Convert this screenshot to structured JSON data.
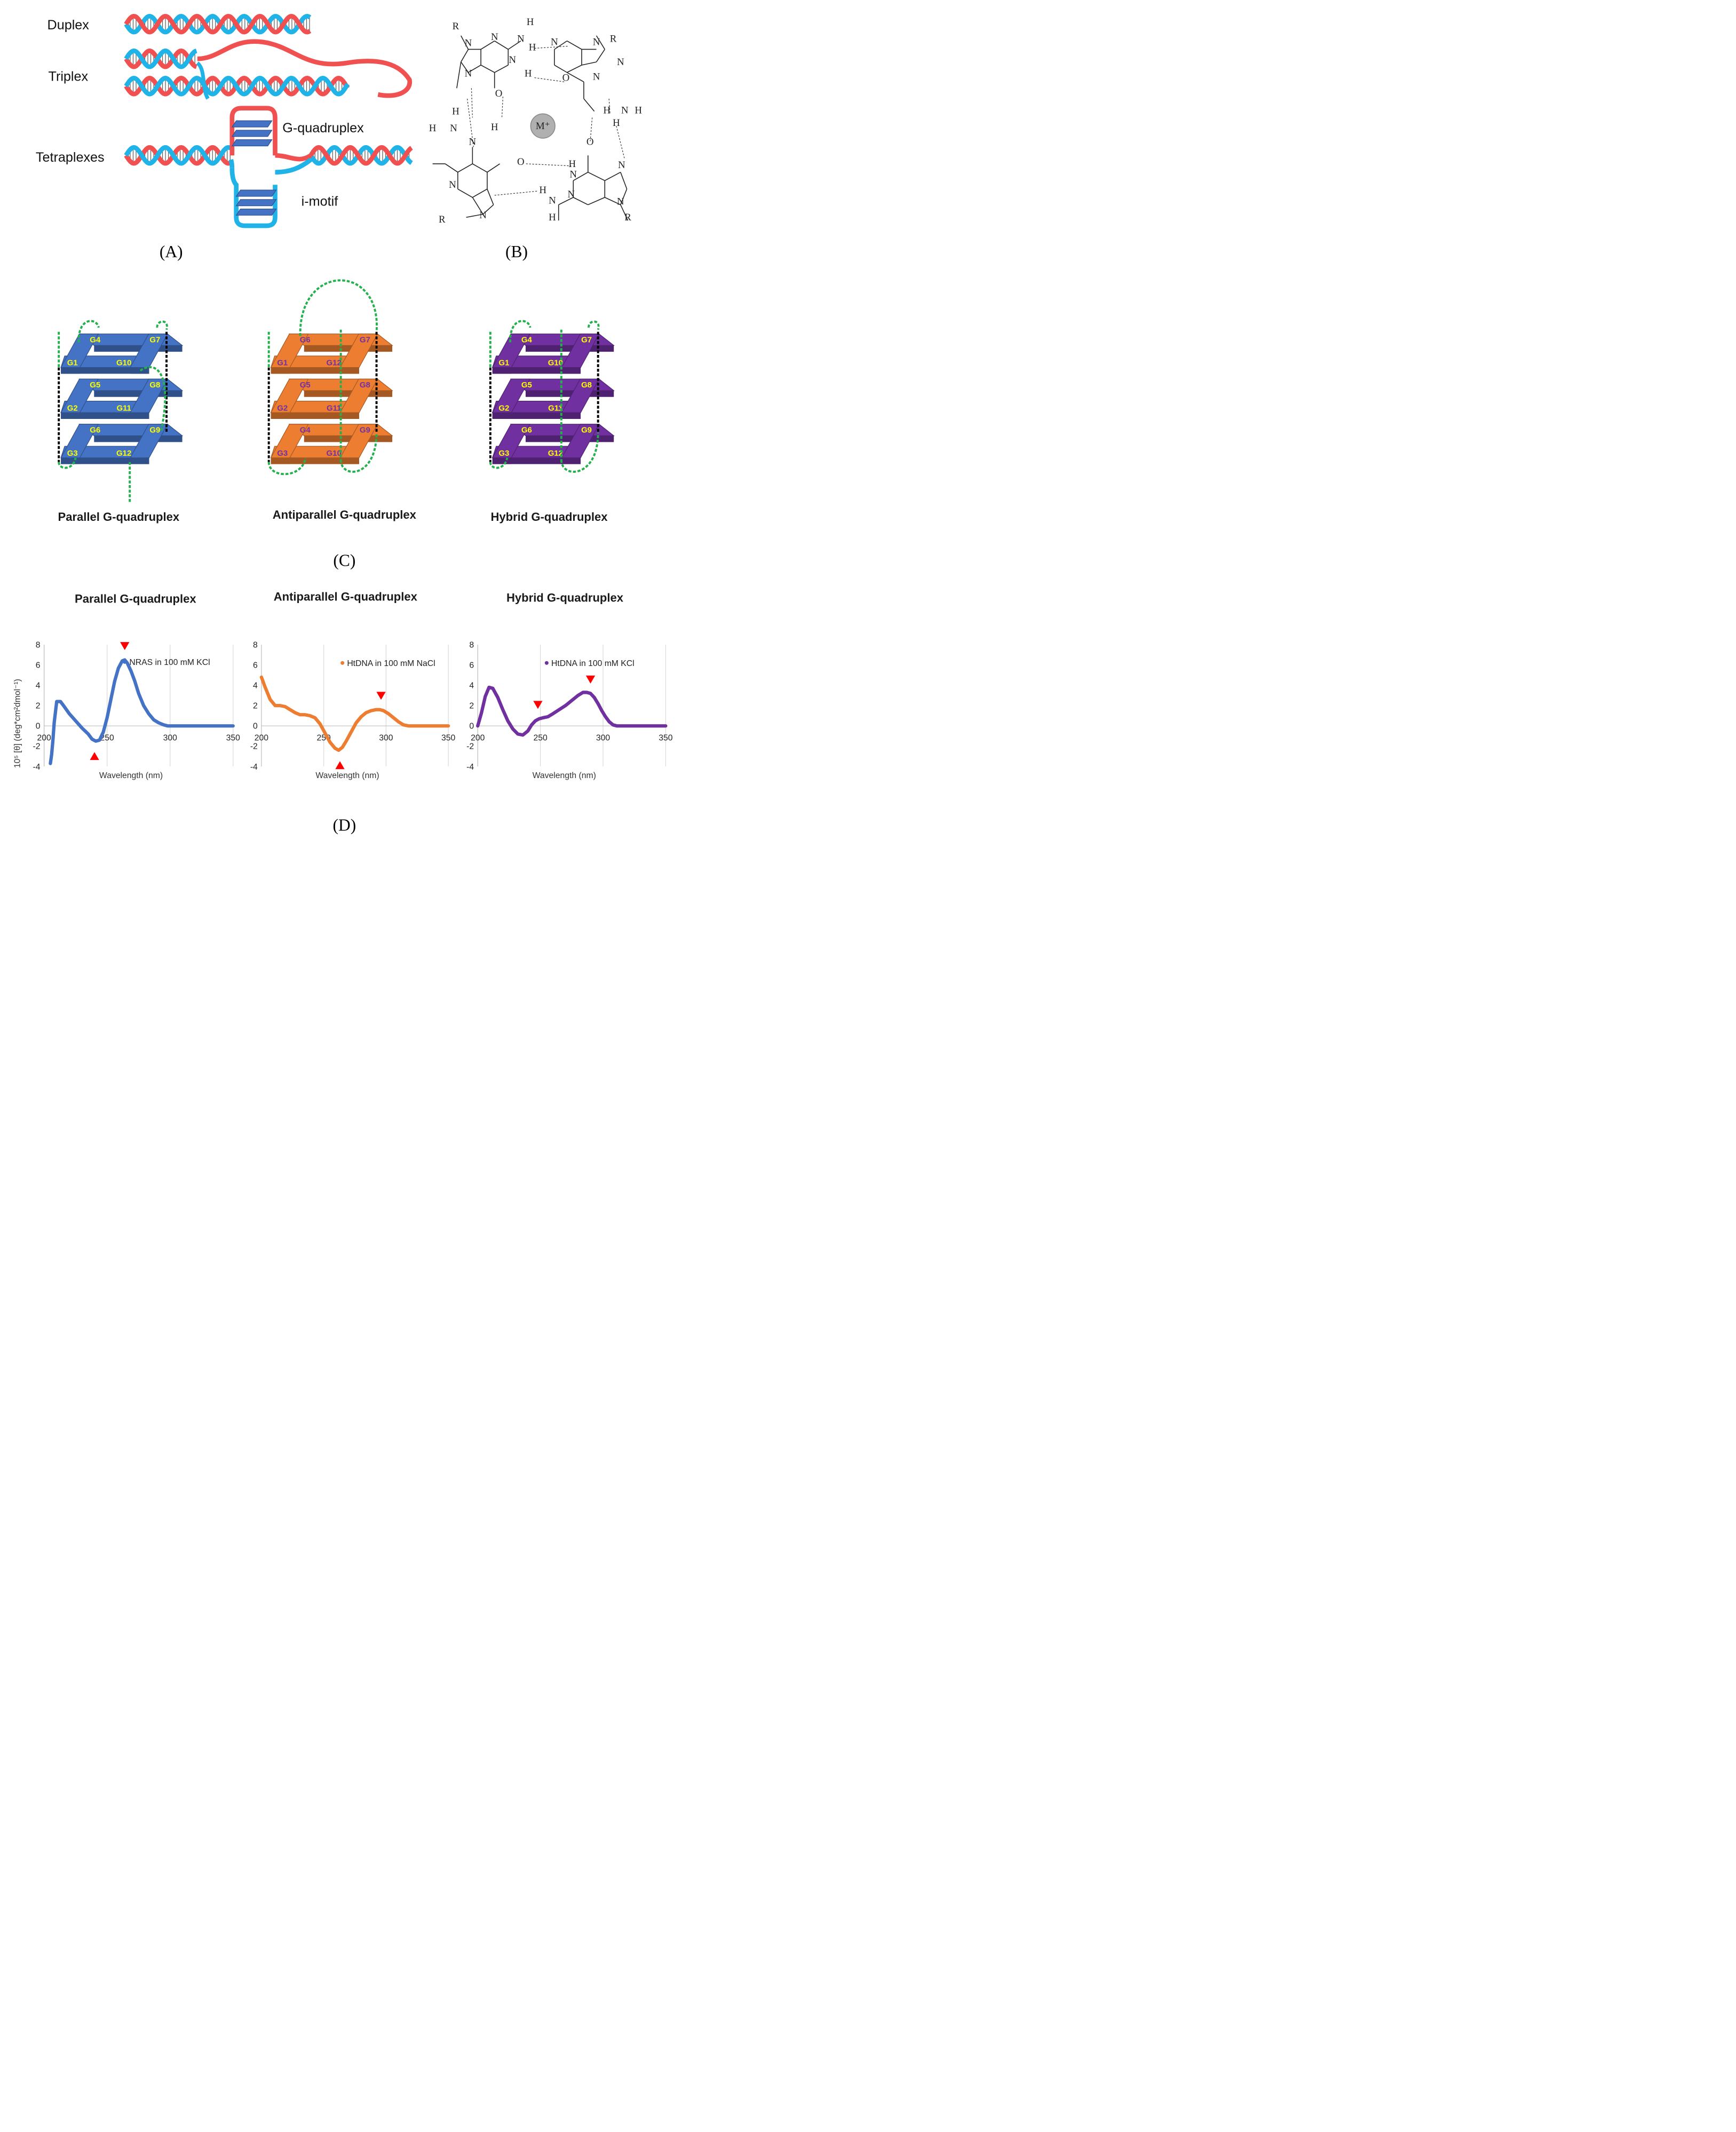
{
  "panel_a": {
    "labels": {
      "duplex": "Duplex",
      "triplex": "Triplex",
      "tetraplexes": "Tetraplexes",
      "gq": "G-quadruplex",
      "imotif": "i-motif"
    },
    "caption": "(A)"
  },
  "panel_b": {
    "caption": "(B)",
    "ion": "M⁺",
    "atoms": {
      "r": "R",
      "n": "N",
      "h": "H",
      "o": "O"
    }
  },
  "panel_c": {
    "caption": "(C)",
    "structures": [
      {
        "title": "Parallel G-quadruplex",
        "color": "#4472c4",
        "label_color": "#ffff00",
        "layers": [
          [
            "G1",
            "G4",
            "G7",
            "G10"
          ],
          [
            "G2",
            "G5",
            "G8",
            "G11"
          ],
          [
            "G3",
            "G6",
            "G9",
            "G12"
          ]
        ]
      },
      {
        "title": "Antiparallel G-quadruplex",
        "color": "#ed7d31",
        "label_color": "#7030a0",
        "layers": [
          [
            "G1",
            "G6",
            "G7",
            "G12"
          ],
          [
            "G2",
            "G5",
            "G8",
            "G11"
          ],
          [
            "G3",
            "G4",
            "G9",
            "G10"
          ]
        ]
      },
      {
        "title": "Hybrid G-quadruplex",
        "color": "#7030a0",
        "label_color": "#ffff00",
        "layers": [
          [
            "G1",
            "G4",
            "G7",
            "G10"
          ],
          [
            "G2",
            "G5",
            "G8",
            "G11"
          ],
          [
            "G3",
            "G6",
            "G9",
            "G12"
          ]
        ]
      }
    ]
  },
  "panel_d": {
    "caption": "(D)",
    "ylabel": "10⁵ [θ] (deg*cm²dmol⁻¹)",
    "charts": [
      {
        "title": "Parallel G-quadruplex",
        "xlabel": "Wavelength (nm)",
        "legend": "NRAS in 100 mM KCl",
        "color": "#4472c4"
      },
      {
        "title": "Antiparallel G-quadruplex",
        "xlabel": "Wavelength (nm)",
        "legend": "HtDNA in 100 mM NaCl",
        "color": "#ed7d31"
      },
      {
        "title": "Hybrid G-quadruplex",
        "xlabel": "Wavelength (nm)",
        "legend": "HtDNA in 100 mM KCl",
        "color": "#7030a0"
      }
    ]
  },
  "chart_data": [
    {
      "type": "line",
      "title": "Parallel G-quadruplex",
      "xlabel": "Wavelength (nm)",
      "ylabel": "10⁵ [θ] (deg*cm²dmol⁻¹)",
      "xlim": [
        200,
        350
      ],
      "ylim": [
        -4,
        8
      ],
      "xticks": [
        200,
        250,
        300,
        350
      ],
      "yticks": [
        -4,
        -2,
        0,
        2,
        4,
        6,
        8
      ],
      "grid": "vertical",
      "series": [
        {
          "name": "NRAS in 100 mM KCl",
          "color": "#4472c4",
          "x": [
            205,
            206,
            207,
            208,
            210,
            213,
            216,
            220,
            225,
            230,
            235,
            238,
            241,
            244,
            247,
            250,
            253,
            256,
            259,
            262,
            264,
            266,
            269,
            272,
            275,
            279,
            283,
            287,
            291,
            295,
            298,
            300,
            305,
            310,
            320,
            330,
            340,
            350
          ],
          "y": [
            -3.7,
            -2.8,
            -1.4,
            0.3,
            2.4,
            2.4,
            1.9,
            1.2,
            0.5,
            -0.2,
            -0.8,
            -1.3,
            -1.5,
            -1.4,
            -0.6,
            0.8,
            2.6,
            4.4,
            5.7,
            6.4,
            6.5,
            6.2,
            5.4,
            4.4,
            3.2,
            2.0,
            1.2,
            0.6,
            0.3,
            0.1,
            0.0,
            0.0,
            0.0,
            0.0,
            0.0,
            0.0,
            0.0,
            0.0
          ]
        }
      ],
      "markers": [
        {
          "x": 240,
          "direction": "up"
        },
        {
          "x": 264,
          "direction": "down"
        }
      ]
    },
    {
      "type": "line",
      "title": "Antiparallel G-quadruplex",
      "xlabel": "Wavelength (nm)",
      "ylabel": "10⁵ [θ] (deg*cm²dmol⁻¹)",
      "xlim": [
        200,
        350
      ],
      "ylim": [
        -4,
        8
      ],
      "xticks": [
        200,
        250,
        300,
        350
      ],
      "yticks": [
        -4,
        -2,
        0,
        2,
        4,
        6,
        8
      ],
      "grid": "vertical",
      "series": [
        {
          "name": "HtDNA in 100 mM NaCl",
          "color": "#ed7d31",
          "x": [
            200,
            203,
            207,
            211,
            215,
            219,
            223,
            227,
            231,
            235,
            239,
            243,
            247,
            251,
            255,
            259,
            262,
            265,
            268,
            272,
            276,
            280,
            284,
            288,
            292,
            295,
            298,
            302,
            306,
            310,
            314,
            318,
            322,
            330,
            340,
            350
          ],
          "y": [
            4.8,
            3.8,
            2.6,
            2.0,
            2.0,
            1.9,
            1.6,
            1.3,
            1.1,
            1.1,
            1.0,
            0.8,
            0.2,
            -0.7,
            -1.6,
            -2.2,
            -2.4,
            -2.1,
            -1.5,
            -0.6,
            0.3,
            0.9,
            1.3,
            1.5,
            1.6,
            1.6,
            1.5,
            1.2,
            0.8,
            0.4,
            0.1,
            0.0,
            0.0,
            0.0,
            0.0,
            0.0
          ]
        }
      ],
      "markers": [
        {
          "x": 263,
          "direction": "up"
        },
        {
          "x": 296,
          "direction": "down"
        }
      ]
    },
    {
      "type": "line",
      "title": "Hybrid G-quadruplex",
      "xlabel": "Wavelength (nm)",
      "ylabel": "10⁵ [θ] (deg*cm²dmol⁻¹)",
      "xlim": [
        200,
        350
      ],
      "ylim": [
        -4,
        8
      ],
      "xticks": [
        200,
        250,
        300,
        350
      ],
      "yticks": [
        -4,
        -2,
        0,
        2,
        4,
        6,
        8
      ],
      "grid": "vertical",
      "series": [
        {
          "name": "HtDNA in 100 mM KCl",
          "color": "#7030a0",
          "x": [
            200,
            203,
            206,
            209,
            212,
            216,
            220,
            224,
            228,
            232,
            236,
            240,
            243,
            246,
            249,
            252,
            256,
            260,
            265,
            270,
            275,
            280,
            284,
            287,
            290,
            293,
            296,
            299,
            302,
            305,
            308,
            311,
            314,
            320,
            330,
            340,
            350
          ],
          "y": [
            0.0,
            1.3,
            2.9,
            3.8,
            3.7,
            2.8,
            1.6,
            0.5,
            -0.3,
            -0.8,
            -0.9,
            -0.5,
            0.1,
            0.5,
            0.7,
            0.8,
            0.9,
            1.2,
            1.6,
            2.0,
            2.5,
            3.0,
            3.3,
            3.3,
            3.2,
            2.8,
            2.2,
            1.5,
            0.9,
            0.4,
            0.1,
            0.0,
            0.0,
            0.0,
            0.0,
            0.0,
            0.0
          ]
        }
      ],
      "markers": [
        {
          "x": 248,
          "direction": "down"
        },
        {
          "x": 290,
          "direction": "down"
        }
      ]
    }
  ]
}
